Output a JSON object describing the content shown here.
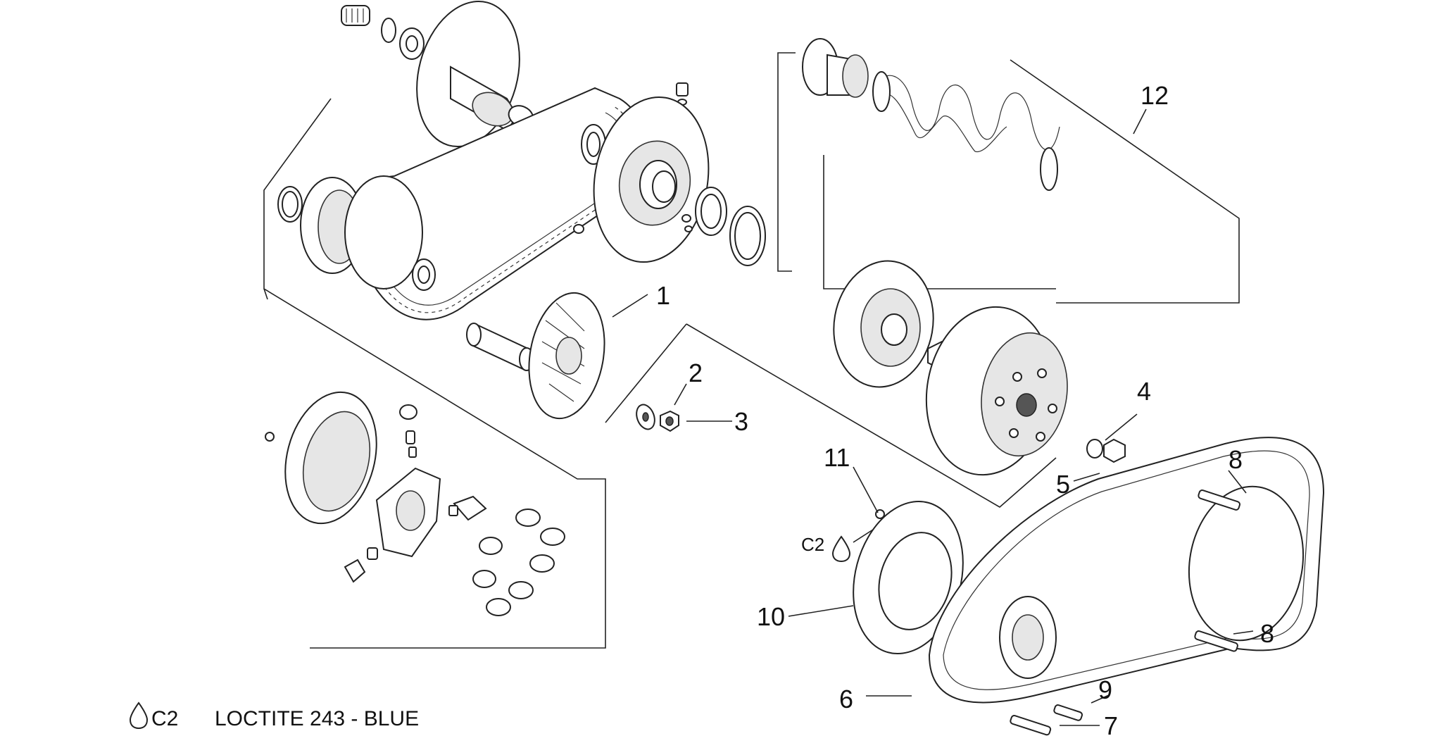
{
  "callouts": [
    "1",
    "2",
    "3",
    "4",
    "5",
    "6",
    "7",
    "8",
    "8",
    "9",
    "10",
    "11",
    "12"
  ],
  "c2_marker": "C2",
  "legend": {
    "code": "C2",
    "text": "LOCTITE 243 - BLUE",
    "drop_icon": "drop-icon"
  }
}
